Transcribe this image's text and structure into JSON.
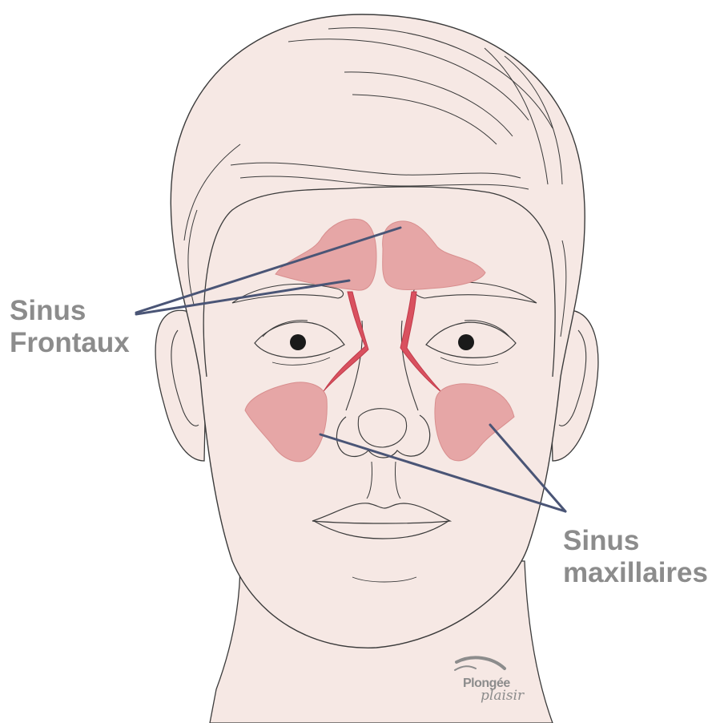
{
  "labels": {
    "frontal": {
      "line1": "Sinus",
      "line2": "Frontaux"
    },
    "maxillary": {
      "line1": "Sinus",
      "line2": "maxillaires"
    }
  },
  "logo": {
    "line1": "Plongée",
    "line2": "plaisir"
  },
  "colors": {
    "skin": "#f6e8e4",
    "outline": "#3b3b3b",
    "sinus": "#e6a6a6",
    "duct": "#d9515f",
    "pointer": "#4a5576",
    "label": "#8c8c8c"
  }
}
